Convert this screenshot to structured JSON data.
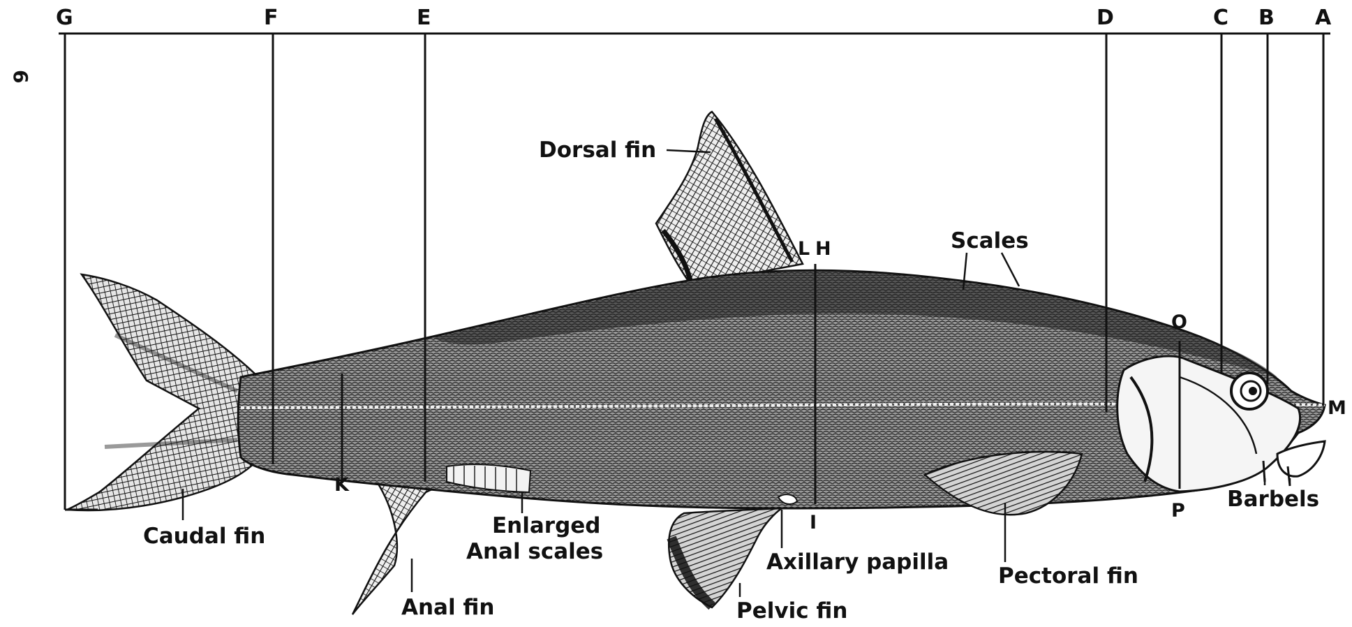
{
  "figure": {
    "side_number": "6",
    "reference_points": [
      "G",
      "F",
      "E",
      "D",
      "C",
      "B",
      "A"
    ],
    "inner_points": [
      "L",
      "H",
      "O",
      "M",
      "K",
      "I",
      "P"
    ],
    "labels": {
      "dorsal_fin": "Dorsal fin",
      "scales": "Scales",
      "caudal_fin": "Caudal fin",
      "anal_scales_line1": "Enlarged",
      "anal_scales_line2": "Anal scales",
      "anal_fin": "Anal fin",
      "axillary_papilla": "Axillary papilla",
      "pelvic_fin": "Pelvic fin",
      "pectoral_fin": "Pectoral fin",
      "barbels": "Barbels"
    },
    "colors": {
      "ink": "#111111",
      "paper": "#ffffff",
      "body_shade": "#8a8a8a",
      "dark_shade": "#2a2a2a"
    }
  }
}
